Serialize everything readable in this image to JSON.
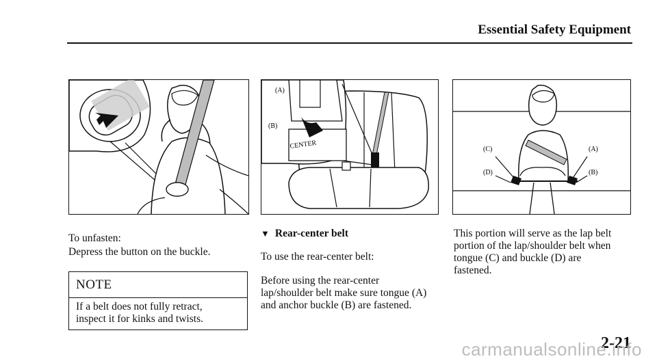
{
  "header": {
    "title": "Essential Safety Equipment"
  },
  "col1": {
    "para1": "To unfasten:",
    "para2": "Depress the button on the buckle.",
    "note": {
      "title": "NOTE",
      "line1": "If a belt does not fully retract,",
      "line2": "inspect it for kinks and twists."
    }
  },
  "col2": {
    "heading": "Rear-center belt",
    "para1": "To use the rear-center belt:",
    "para2_line1": "Before using the rear-center",
    "para2_line2": "lap/shoulder belt make sure tongue (A)",
    "para2_line3": "and anchor buckle (B) are fastened."
  },
  "col3": {
    "para1_line1": "This portion will serve as the lap belt",
    "para1_line2": "portion of the lap/shoulder belt when",
    "para1_line3": "tongue (C) and buckle (D) are",
    "para1_line4": "fastened."
  },
  "figures": {
    "fig2": {
      "label_a": "(A)",
      "label_b": "(B)",
      "label_center": "CENTER"
    },
    "fig3": {
      "label_a": "(A)",
      "label_b": "(B)",
      "label_c": "(C)",
      "label_d": "(D)"
    }
  },
  "page_number": "2-21",
  "watermark": "carmanualsonline.info"
}
